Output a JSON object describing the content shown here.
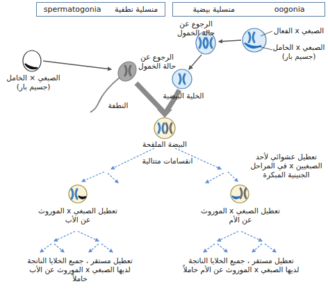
{
  "diagram": {
    "nodes": [
      {
        "text": [
          "منسلية بيضية",
          "oogonia"
        ]
      },
      {
        "text": [
          "منسلية نطفية",
          "spermatogonia"
        ]
      }
    ],
    "labels": [
      "الصبغي x الفعال",
      "الصبغي x الخامل (جسيم بار)",
      "الرجوع عن حالة الخمول",
      "الرجوع عن حالة الخمول",
      "الصبغي × الخامل (جسيم بار)",
      "النطفة",
      "الخلية البيضية",
      "البيضة الملقحة",
      "انقسامات متتالية",
      "تعطيل عشوائي لأحد الصبغيين x في المراحل الجنينية المبكرة",
      "تعطيل الصبغي x الموروث عن الأب",
      "تعطيل الصبغي x الموروث عن الأم",
      "تعطيل مستقر ، جميع الخلايا الناتجة لديها الصبغي x الموروث عن الأب خاملاً",
      "تعطيل مستقر ، جميع الخلايا الناتجة لديها الصبغي x الموروث عن الأم خاملاً"
    ]
  }
}
